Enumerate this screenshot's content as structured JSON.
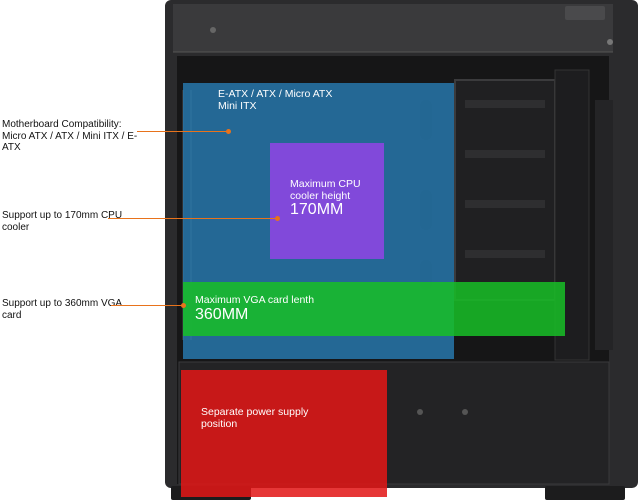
{
  "callouts": {
    "motherboard": "Motherboard Compatibility: Micro ATX / ATX / Mini ITX / E-ATX",
    "cpu": "Support up to 170mm CPU cooler",
    "vga": "Support up to 360mm VGA card"
  },
  "zones": {
    "motherboard": {
      "label": "E-ATX / ATX / Micro ATX Mini ITX"
    },
    "cpu": {
      "label": "Maximum CPU cooler height",
      "value": "170MM"
    },
    "vga": {
      "label": "Maximum VGA card lenth",
      "value": "360MM"
    },
    "psu": {
      "label": "Separate power supply position"
    }
  },
  "colors": {
    "motherboard_zone": "#2980b9",
    "cpu_zone": "#8e44e4",
    "vga_zone": "#17be26",
    "psu_zone": "#e21616",
    "leader": "#e8731c"
  }
}
